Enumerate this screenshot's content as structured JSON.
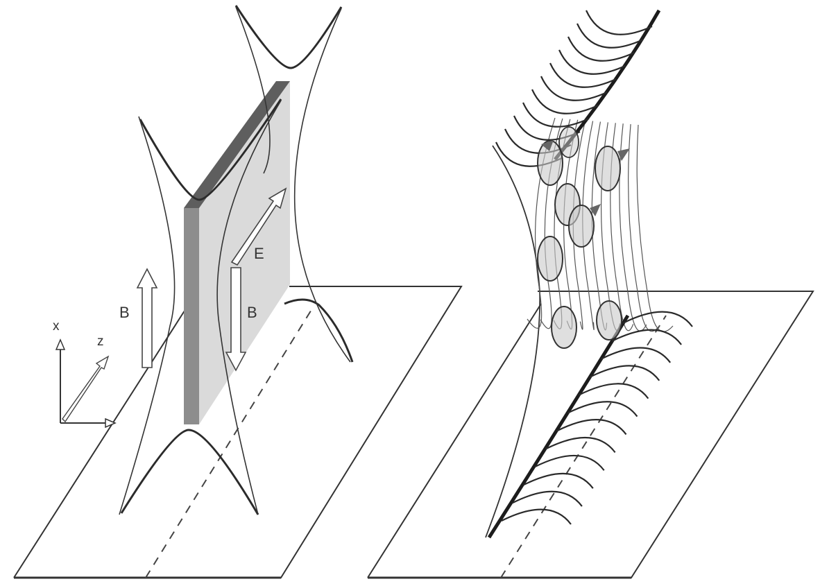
{
  "colors": {
    "ink": "#2b2b2b",
    "thin_ink": "#444444",
    "sheet_light": "#d9d9d9",
    "sheet_dark": "#8a8a8a",
    "sheet_edge": "#5e5e5e",
    "background": "#ffffff"
  },
  "left_panel": {
    "labels": {
      "b_left": "B",
      "b_right": "B",
      "e_field": "E",
      "axis_x": "x",
      "axis_z": "z"
    }
  },
  "right_panel": {
    "gyro_orbit_count": 8
  }
}
